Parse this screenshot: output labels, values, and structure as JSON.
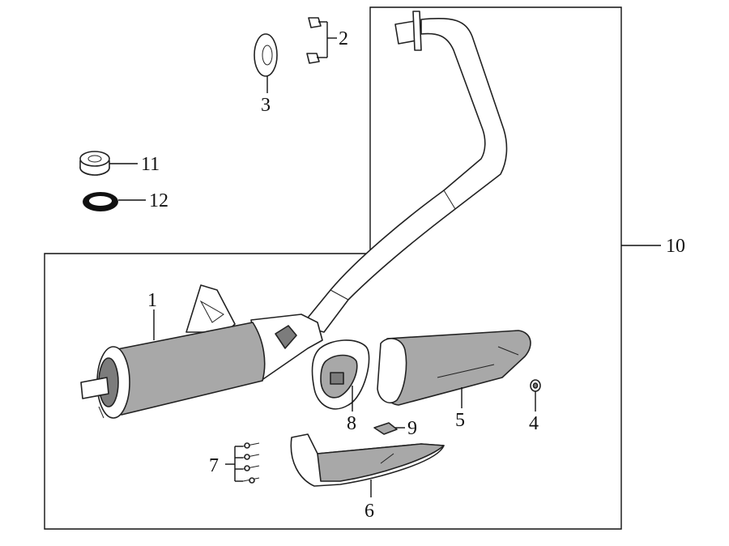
{
  "diagram": {
    "callouts": [
      {
        "id": "1",
        "label": "1"
      },
      {
        "id": "2",
        "label": "2"
      },
      {
        "id": "3",
        "label": "3"
      },
      {
        "id": "4",
        "label": "4"
      },
      {
        "id": "5",
        "label": "5"
      },
      {
        "id": "6",
        "label": "6"
      },
      {
        "id": "7",
        "label": "7"
      },
      {
        "id": "8",
        "label": "8"
      },
      {
        "id": "9",
        "label": "9"
      },
      {
        "id": "10",
        "label": "10"
      },
      {
        "id": "11",
        "label": "11"
      },
      {
        "id": "12",
        "label": "12"
      }
    ],
    "parts": {
      "muffler": "exhaust-muffler",
      "heat_shield": "muffler-heat-shield",
      "lower_guard": "lower-heat-guard",
      "exhaust_pipe": "exhaust-pipe",
      "end_cap": "muffler-end-cap",
      "clip": "clip",
      "gasket": "exhaust-gasket",
      "nuts": "flange-nuts",
      "washer": "washer",
      "bolts": "screws",
      "collar": "collar",
      "seal_ring": "seal-ring"
    },
    "colors": {
      "line": "#222222",
      "shade": "#a8a8a8",
      "dark_shade": "#7c7c7c",
      "background": "#ffffff"
    }
  }
}
